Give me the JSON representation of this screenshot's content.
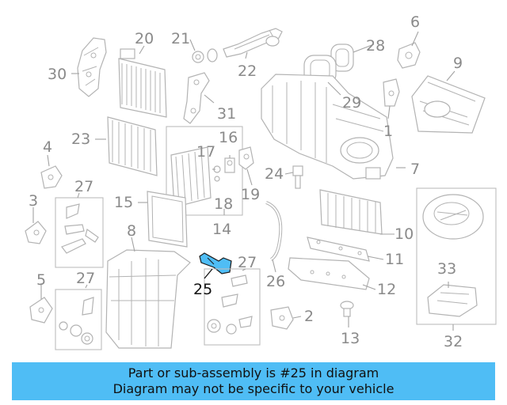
{
  "diagram": {
    "callouts": {
      "c1": "1",
      "c2": "2",
      "c3": "3",
      "c4": "4",
      "c5": "5",
      "c6": "6",
      "c7": "7",
      "c8": "8",
      "c9": "9",
      "c10": "10",
      "c11": "11",
      "c12": "12",
      "c13": "13",
      "c14": "14",
      "c15": "15",
      "c16": "16",
      "c17": "17",
      "c18": "18",
      "c19": "19",
      "c20": "20",
      "c21": "21",
      "c22": "22",
      "c23": "23",
      "c24": "24",
      "c25": "25",
      "c26": "26",
      "c27a": "27",
      "c27b": "27",
      "c27c": "27",
      "c28": "28",
      "c29": "29",
      "c30": "30",
      "c31": "31",
      "c32": "32",
      "c33": "33"
    },
    "highlight_part": "25",
    "highlight_color": "#4fbdf5"
  },
  "caption": {
    "line1": "Part or sub-assembly is #25 in diagram",
    "line2": "Diagram may not be specific to your vehicle"
  }
}
